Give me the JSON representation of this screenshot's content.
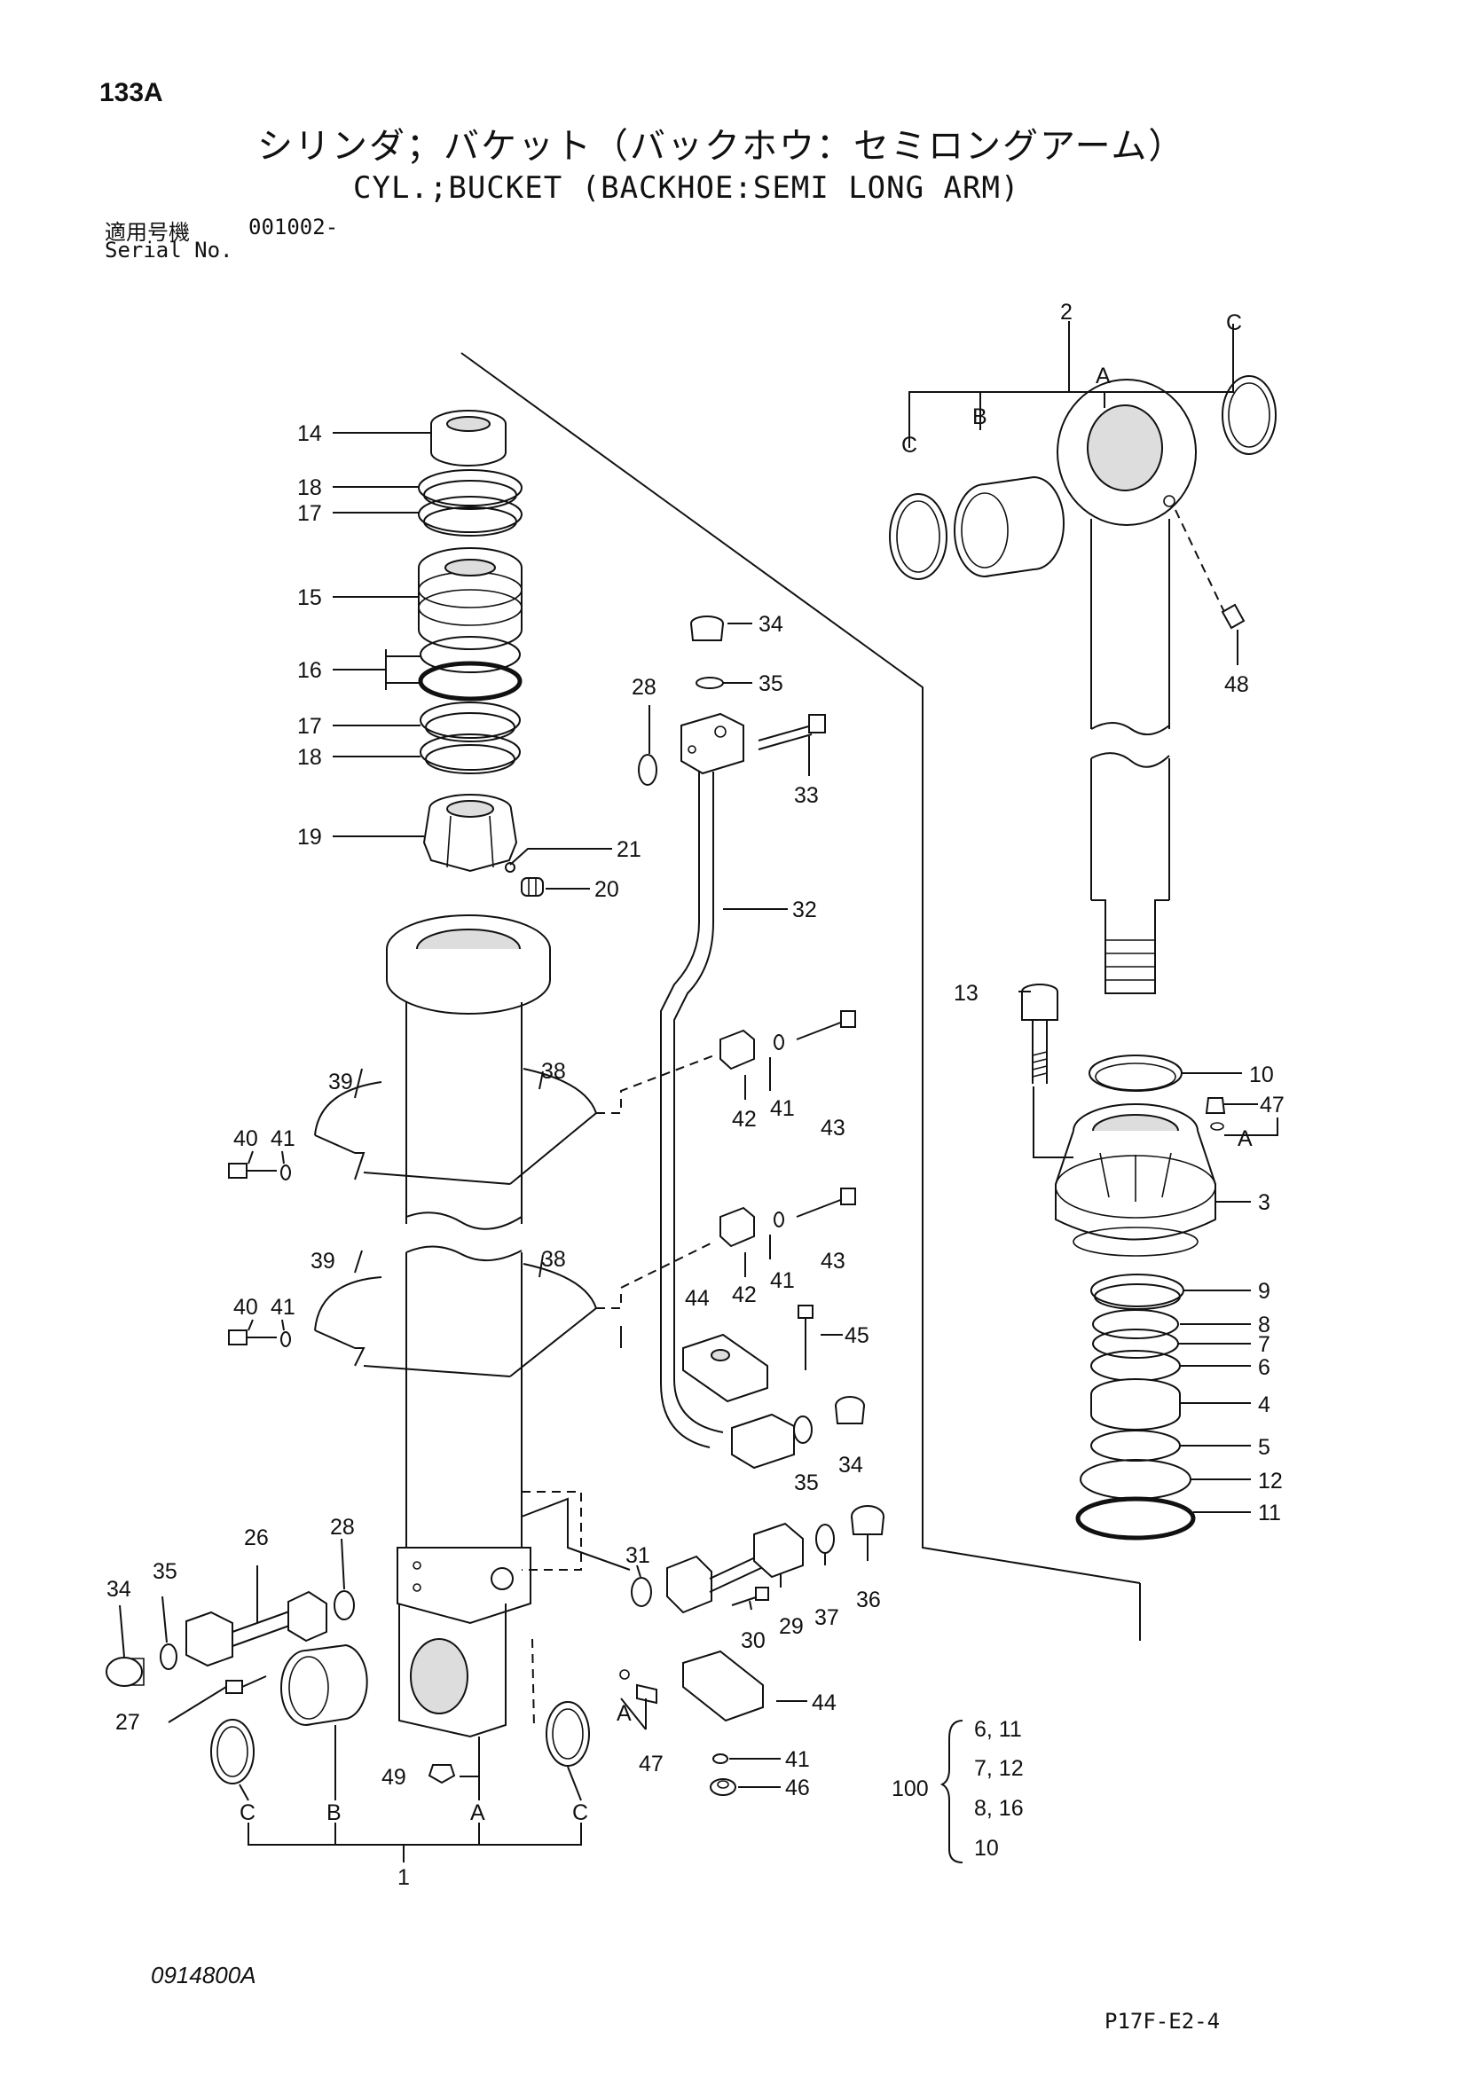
{
  "header": {
    "page_code": "133A",
    "title_jp": "シリンダ；バケット（バックホウ：セミロングアーム）",
    "title_en": "CYL.;BUCKET (BACKHOE:SEMI LONG ARM)",
    "serial_label_jp": "適用号機",
    "serial_label_en": "Serial No.",
    "serial_number": "001002-"
  },
  "footer": {
    "drawing_number": "0914800A",
    "page_ref": "P17F-E2-4"
  },
  "kit": {
    "number": "100",
    "lines": [
      "6, 11",
      "7, 12",
      "8, 16",
      "10"
    ]
  },
  "callouts": {
    "c1": "1",
    "c2": "2",
    "c3": "3",
    "c4": "4",
    "c5": "5",
    "c6": "6",
    "c7": "7",
    "c8": "8",
    "c9": "9",
    "c10": "10",
    "c11": "11",
    "c12": "12",
    "c13": "13",
    "c14": "14",
    "c15": "15",
    "c16": "16",
    "c17": "17",
    "c18": "18",
    "c19": "19",
    "c20": "20",
    "c21": "21",
    "c26": "26",
    "c27": "27",
    "c28": "28",
    "c29": "29",
    "c30": "30",
    "c31": "31",
    "c32": "32",
    "c33": "33",
    "c34": "34",
    "c35": "35",
    "c36": "36",
    "c37": "37",
    "c38": "38",
    "c39": "39",
    "c40": "40",
    "c41": "41",
    "c42": "42",
    "c43": "43",
    "c44": "44",
    "c45": "45",
    "c46": "46",
    "c47": "47",
    "c48": "48",
    "c49": "49",
    "sub_a": "A",
    "sub_b": "B",
    "sub_c": "C"
  }
}
